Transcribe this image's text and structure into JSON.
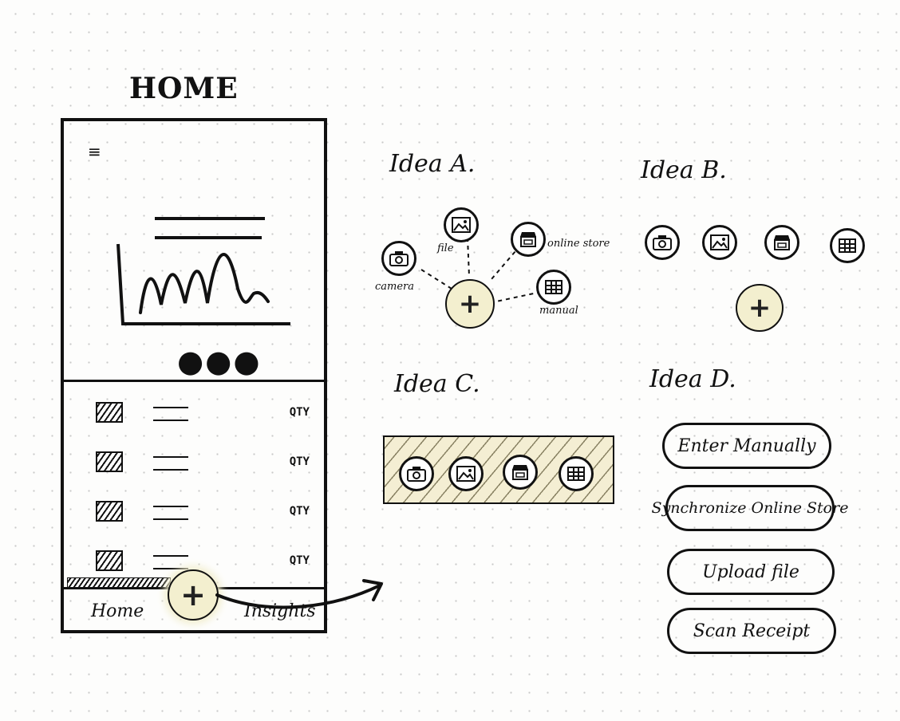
{
  "page": {
    "title": "HOME"
  },
  "phone": {
    "menu_icon": "hamburger-icon",
    "list_items": [
      {
        "qty": "QTY"
      },
      {
        "qty": "QTY"
      },
      {
        "qty": "QTY"
      },
      {
        "qty": "QTY"
      }
    ],
    "tabs": {
      "home": "Home",
      "insights": "Insights"
    },
    "fab_label": "+"
  },
  "ideas": {
    "a": {
      "title": "Idea A.",
      "labels": {
        "camera": "camera",
        "file": "file",
        "online_store": "online store",
        "manual": "manual"
      },
      "fab_label": "+"
    },
    "b": {
      "title": "Idea B.",
      "fab_label": "+"
    },
    "c": {
      "title": "Idea C."
    },
    "d": {
      "title": "Idea D.",
      "buttons": {
        "manual": "Enter Manually",
        "sync": "Synchronize Online Store",
        "upload": "Upload file",
        "scan": "Scan Receipt"
      }
    }
  },
  "colors": {
    "fab_fill": "#f3efcf",
    "ink": "#111111"
  }
}
